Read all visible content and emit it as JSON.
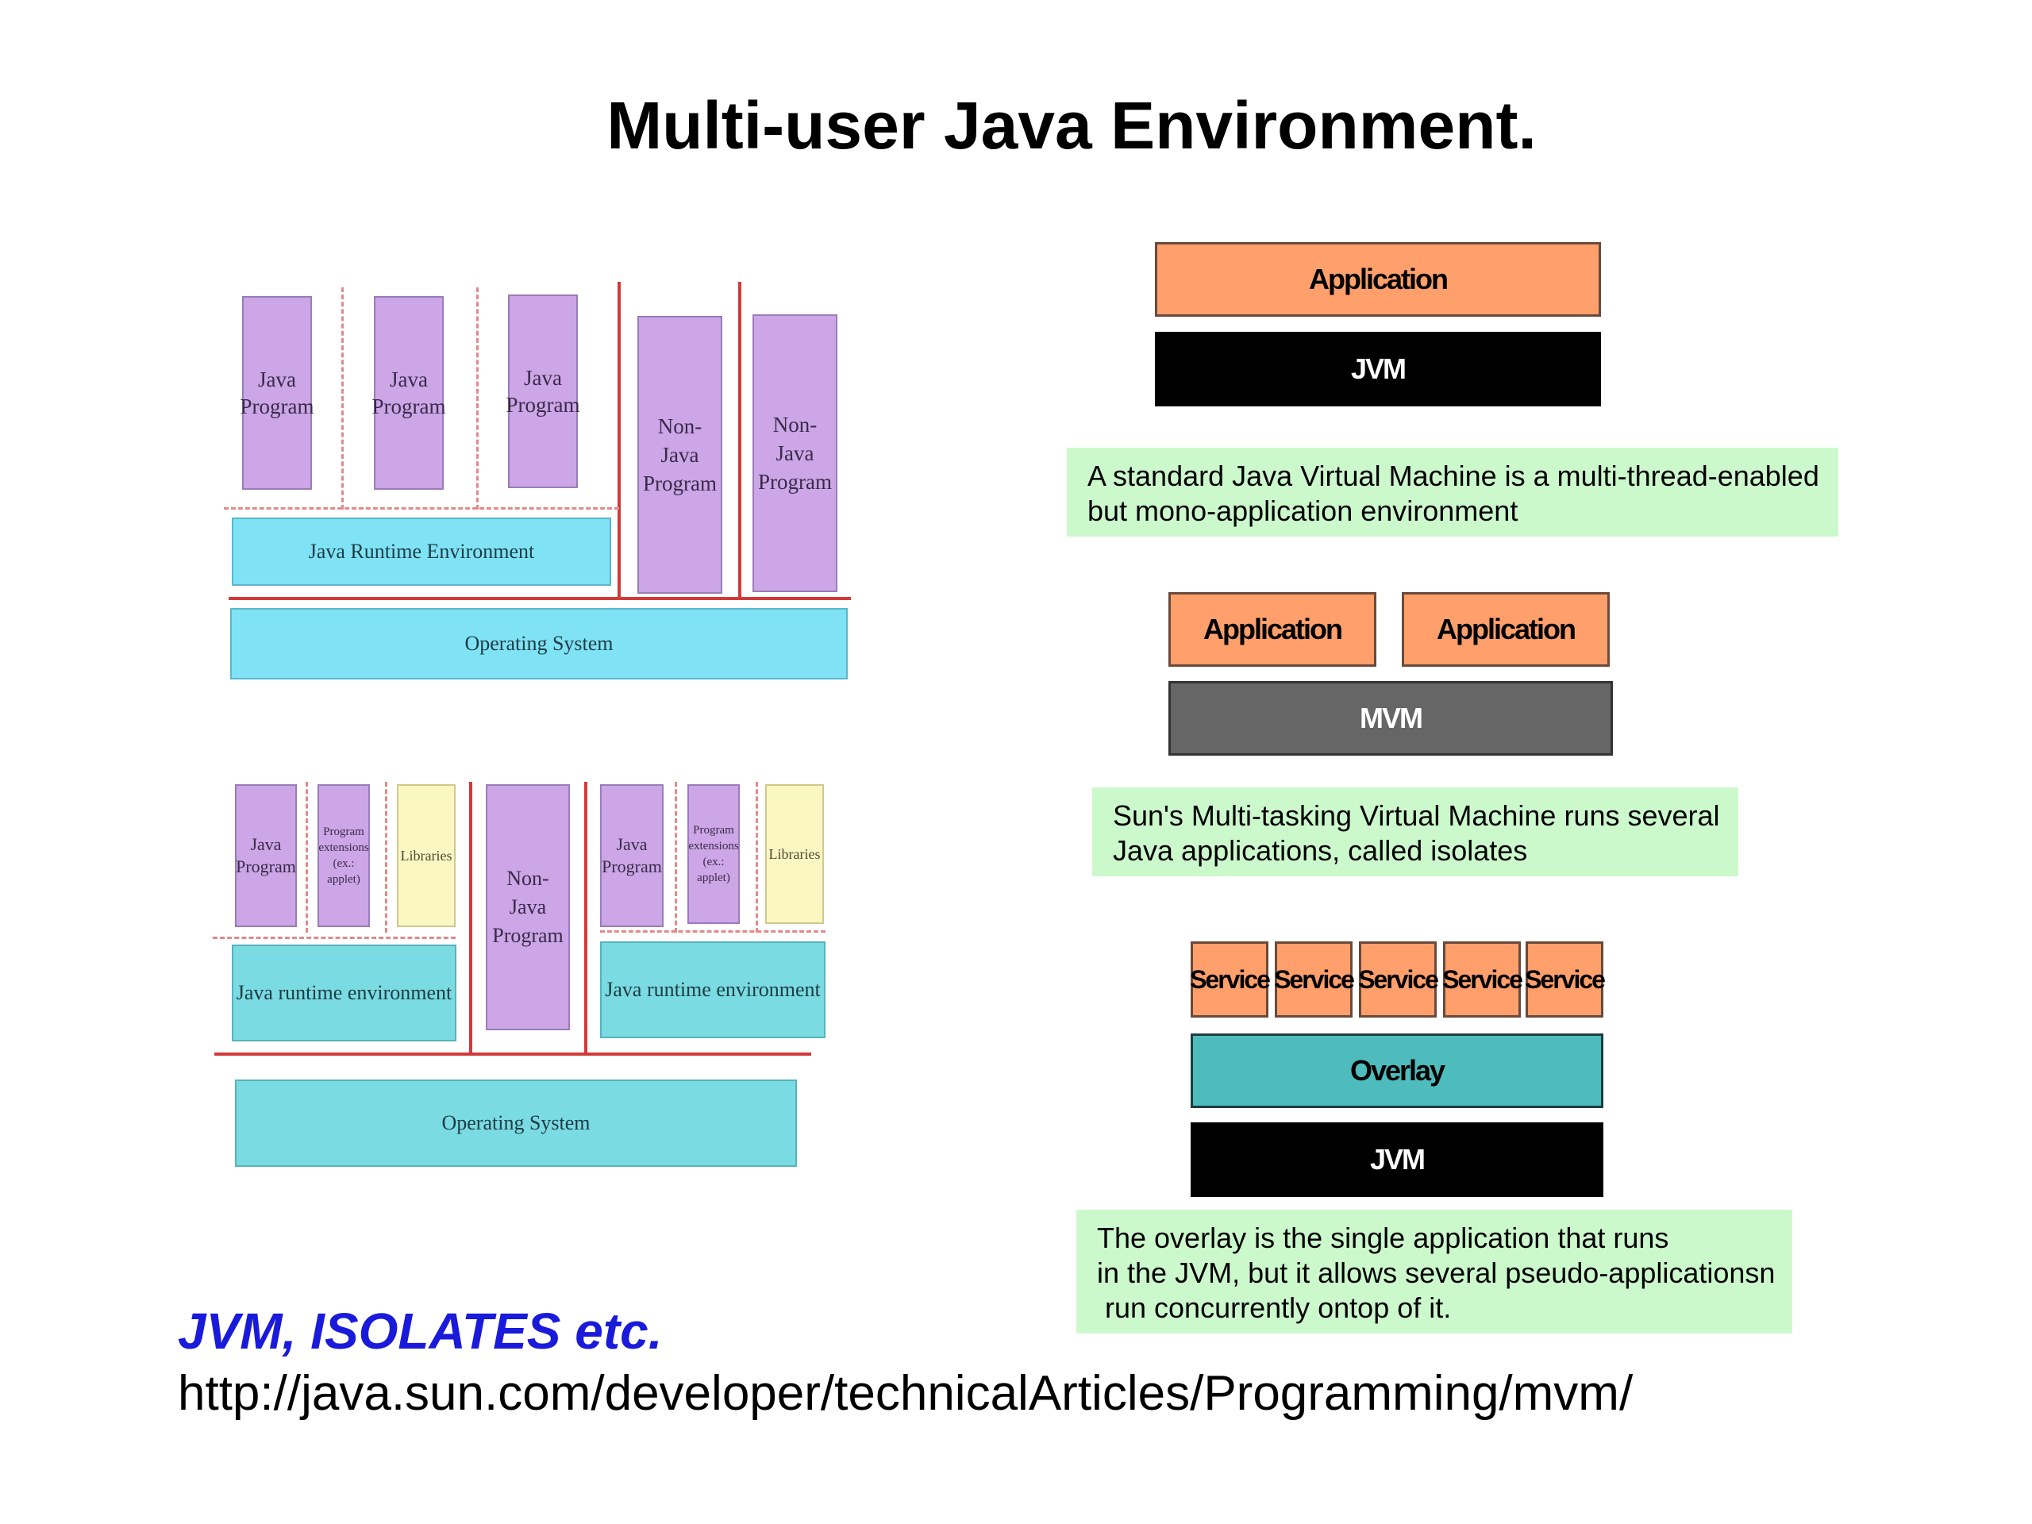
{
  "title": "Multi-user Java Environment.",
  "left_top": {
    "java_program": "Java Program",
    "non_java_program": "Non-Java Program",
    "jre": "Java Runtime Environment",
    "os": "Operating System"
  },
  "left_bottom": {
    "java_program": "Java Program",
    "program_extensions": "Program extensions (ex.: applet)",
    "libraries": "Libraries",
    "non_java_program": "Non-Java Program",
    "jre": "Java runtime environment",
    "os": "Operating System"
  },
  "right_1": {
    "application": "Application",
    "jvm": "JVM",
    "note": "A standard Java Virtual Machine is a multi-thread-enabled\nbut mono-application environment"
  },
  "right_2": {
    "application": "Application",
    "mvm": "MVM",
    "note": "Sun's Multi-tasking Virtual Machine runs several\nJava applications, called isolates"
  },
  "right_3": {
    "service": "Service",
    "overlay": "Overlay",
    "jvm": "JVM",
    "note": "The overlay is the single application that runs\nin the JVM, but it allows several pseudo-applicationsn\n run concurrently ontop of it."
  },
  "footer": {
    "heading": "JVM, ISOLATES etc.",
    "url": "http://java.sun.com/developer/technicalArticles/Programming/mvm/"
  }
}
